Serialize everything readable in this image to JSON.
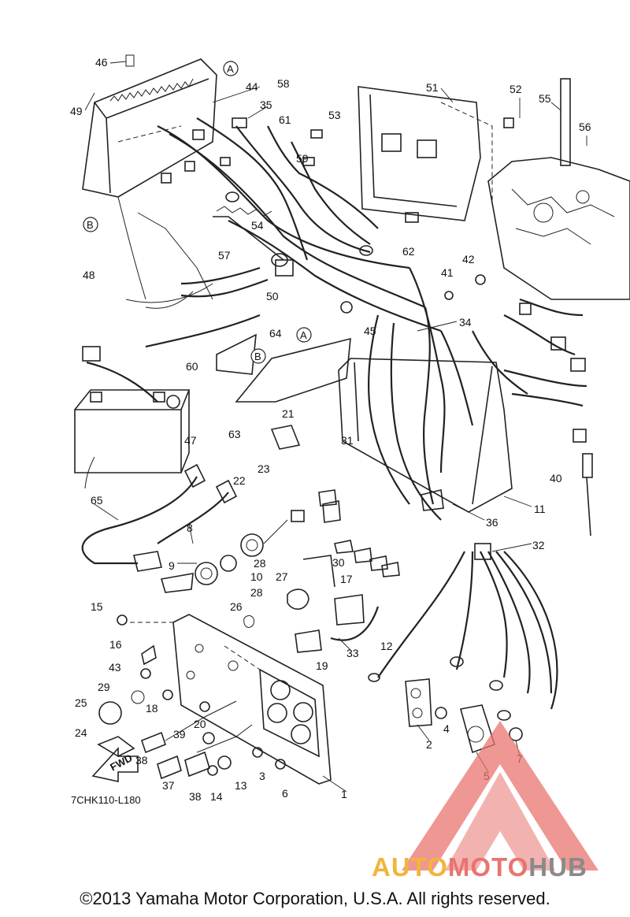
{
  "diagram": {
    "code": "7CHK110-L180",
    "copyright": "©2013 Yamaha Motor Corporation, U.S.A. All rights reserved.",
    "fwd_label": "FWD",
    "ref_markers": [
      "A",
      "B"
    ],
    "callouts": [
      "1",
      "2",
      "3",
      "4",
      "5",
      "6",
      "7",
      "8",
      "9",
      "10",
      "11",
      "12",
      "13",
      "14",
      "15",
      "16",
      "17",
      "18",
      "19",
      "20",
      "21",
      "22",
      "23",
      "24",
      "25",
      "26",
      "27",
      "28",
      "28",
      "29",
      "30",
      "31",
      "32",
      "33",
      "34",
      "35",
      "36",
      "37",
      "38",
      "38",
      "39",
      "40",
      "41",
      "42",
      "43",
      "44",
      "45",
      "46",
      "47",
      "48",
      "49",
      "50",
      "51",
      "52",
      "53",
      "54",
      "55",
      "56",
      "57",
      "58",
      "59",
      "60",
      "61",
      "62",
      "63",
      "64",
      "65"
    ]
  },
  "logo": {
    "part1": "AUTO",
    "part2": "MOTO",
    "part3": "HUB",
    "colors": {
      "auto": "#f2b43c",
      "moto": "#e8746f",
      "hub": "#8a8a8a",
      "triangle": "#e8746f"
    }
  }
}
